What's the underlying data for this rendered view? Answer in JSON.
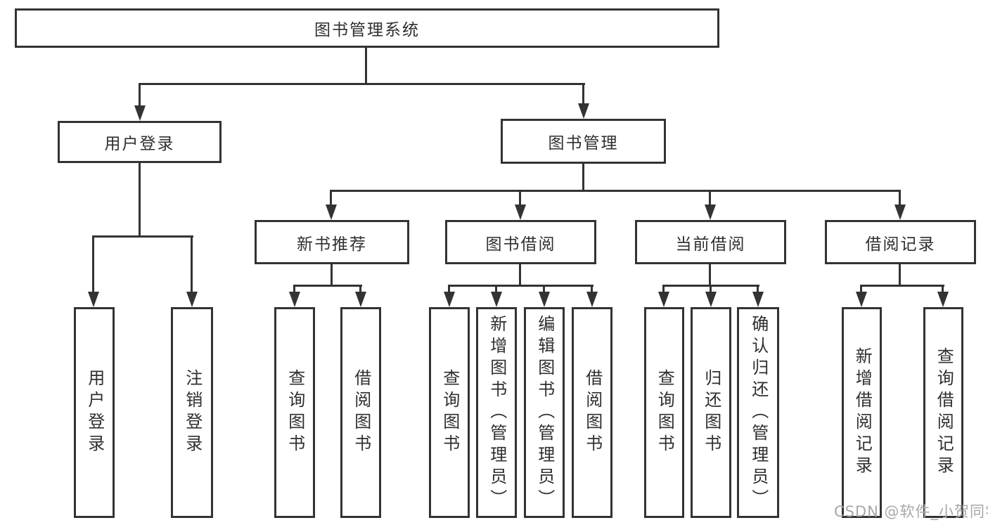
{
  "tree": {
    "root": "图书管理系统",
    "level1": [
      "用户登录",
      "图书管理"
    ],
    "level2": [
      "新书推荐",
      "图书借阅",
      "当前借阅",
      "借阅记录"
    ],
    "leaves": {
      "login": [
        "用户登录",
        "注销登录"
      ],
      "recommend": [
        "查询图书",
        "借阅图书"
      ],
      "borrow": [
        "查询图书",
        "新增图书（管理员）",
        "编辑图书（管理员）",
        "借阅图书"
      ],
      "current": [
        "查询图书",
        "归还图书",
        "确认归还（管理员）"
      ],
      "records": [
        "新增借阅记录",
        "查询借阅记录"
      ]
    }
  },
  "watermark": "CSDN @软件_小贺同学",
  "colors": {
    "line": "#333333",
    "text": "#2f2f2f",
    "box_background": "#ffffff",
    "watermark": "#a8a8a8"
  }
}
